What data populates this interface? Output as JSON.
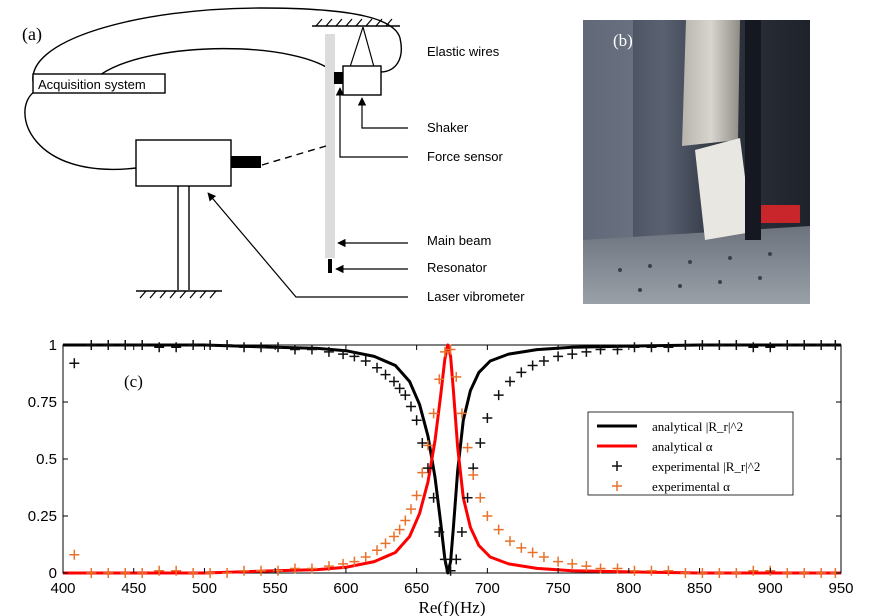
{
  "panel_a": {
    "label": "(a)",
    "acquisition_system": "Acquisition system",
    "callouts": [
      "Elastic wires",
      "Shaker",
      "Force sensor",
      "Main beam",
      "Resonator",
      "Laser vibrometer"
    ]
  },
  "panel_b": {
    "label": "(b)"
  },
  "panel_c": {
    "label": "(c)",
    "xlabel": "Re(f)(Hz)"
  },
  "colors": {
    "reflection": "#000000",
    "absorption": "#ff0000",
    "exp_reflection": "#111111",
    "exp_absorption": "#e8722c"
  },
  "chart_data": {
    "type": "line",
    "xlabel": "Re(f)(Hz)",
    "ylabel": "",
    "xlim": [
      400,
      950
    ],
    "ylim": [
      0,
      1
    ],
    "xticks": [
      400,
      450,
      500,
      550,
      600,
      650,
      700,
      750,
      800,
      850,
      900,
      950
    ],
    "yticks": [
      {
        "value": 0,
        "label": "0"
      },
      {
        "value": 0.25,
        "label": "0.25"
      },
      {
        "value": 0.5,
        "label": "0.5"
      },
      {
        "value": 0.75,
        "label": "0.75"
      },
      {
        "value": 1,
        "label": "1"
      }
    ],
    "grid": false,
    "legend": "center-right",
    "series": [
      {
        "name": "analytical |R_r|^2",
        "style": "line",
        "color": "#000000",
        "x": [
          400,
          450,
          500,
          550,
          580,
          600,
          620,
          635,
          645,
          652,
          658,
          663,
          667,
          670,
          672,
          674,
          676,
          679,
          683,
          688,
          694,
          702,
          715,
          735,
          760,
          800,
          850,
          900,
          950
        ],
        "y": [
          1.0,
          1.0,
          1.0,
          0.99,
          0.985,
          0.975,
          0.95,
          0.91,
          0.84,
          0.74,
          0.6,
          0.42,
          0.22,
          0.06,
          0.0,
          0.05,
          0.2,
          0.45,
          0.67,
          0.8,
          0.88,
          0.93,
          0.96,
          0.98,
          0.99,
          0.995,
          1.0,
          1.0,
          1.0
        ]
      },
      {
        "name": "analytical α",
        "style": "line",
        "color": "#ff0000",
        "x": [
          400,
          450,
          500,
          550,
          580,
          600,
          620,
          635,
          645,
          652,
          658,
          663,
          667,
          670,
          672,
          674,
          676,
          679,
          683,
          688,
          694,
          702,
          715,
          735,
          760,
          800,
          850,
          900,
          950
        ],
        "y": [
          0.0,
          0.0,
          0.0,
          0.01,
          0.015,
          0.025,
          0.05,
          0.09,
          0.16,
          0.26,
          0.4,
          0.58,
          0.78,
          0.94,
          1.0,
          0.95,
          0.8,
          0.55,
          0.33,
          0.2,
          0.12,
          0.07,
          0.04,
          0.02,
          0.01,
          0.005,
          0.0,
          0.0,
          0.0
        ]
      },
      {
        "name": "experimental |R_r|^2",
        "style": "plus",
        "color": "#111111",
        "x": [
          408,
          420,
          432,
          444,
          456,
          468,
          480,
          492,
          504,
          516,
          528,
          540,
          552,
          564,
          576,
          588,
          598,
          606,
          614,
          622,
          628,
          634,
          638,
          642,
          646,
          650,
          654,
          658,
          662,
          666,
          670,
          674,
          678,
          682,
          686,
          690,
          695,
          700,
          708,
          716,
          724,
          732,
          740,
          750,
          760,
          770,
          780,
          792,
          804,
          816,
          828,
          840,
          852,
          864,
          876,
          888,
          900,
          912,
          924,
          936,
          946
        ],
        "y": [
          0.92,
          1.0,
          1.0,
          1.0,
          1.0,
          0.99,
          0.99,
          1.0,
          1.0,
          1.0,
          0.99,
          0.99,
          0.99,
          0.98,
          0.98,
          0.97,
          0.96,
          0.95,
          0.93,
          0.9,
          0.87,
          0.84,
          0.81,
          0.78,
          0.73,
          0.67,
          0.57,
          0.46,
          0.33,
          0.18,
          0.06,
          0.01,
          0.06,
          0.18,
          0.33,
          0.46,
          0.57,
          0.68,
          0.78,
          0.84,
          0.88,
          0.91,
          0.93,
          0.95,
          0.96,
          0.97,
          0.98,
          0.98,
          0.99,
          0.99,
          0.99,
          1.0,
          1.0,
          1.0,
          1.0,
          0.99,
          0.99,
          1.0,
          1.0,
          1.0,
          1.0
        ]
      },
      {
        "name": "experimental α",
        "style": "plus",
        "color": "#e8722c",
        "x": [
          408,
          420,
          432,
          444,
          456,
          468,
          480,
          492,
          504,
          516,
          528,
          540,
          552,
          564,
          576,
          588,
          598,
          606,
          614,
          622,
          628,
          634,
          638,
          642,
          646,
          650,
          654,
          658,
          662,
          666,
          670,
          674,
          678,
          682,
          686,
          690,
          695,
          700,
          708,
          716,
          724,
          732,
          740,
          750,
          760,
          770,
          780,
          792,
          804,
          816,
          828,
          840,
          852,
          864,
          876,
          888,
          900,
          912,
          924,
          936,
          946
        ],
        "y": [
          0.08,
          0.0,
          0.0,
          0.0,
          0.0,
          0.01,
          0.01,
          0.0,
          0.0,
          0.0,
          0.01,
          0.01,
          0.01,
          0.02,
          0.02,
          0.03,
          0.04,
          0.05,
          0.07,
          0.1,
          0.13,
          0.16,
          0.19,
          0.23,
          0.28,
          0.34,
          0.44,
          0.56,
          0.7,
          0.85,
          0.97,
          0.98,
          0.86,
          0.7,
          0.55,
          0.43,
          0.33,
          0.25,
          0.19,
          0.14,
          0.11,
          0.09,
          0.07,
          0.05,
          0.04,
          0.03,
          0.02,
          0.02,
          0.01,
          0.01,
          0.01,
          0.0,
          0.0,
          0.0,
          0.0,
          0.01,
          0.01,
          0.0,
          0.0,
          0.0,
          0.0
        ]
      }
    ]
  }
}
